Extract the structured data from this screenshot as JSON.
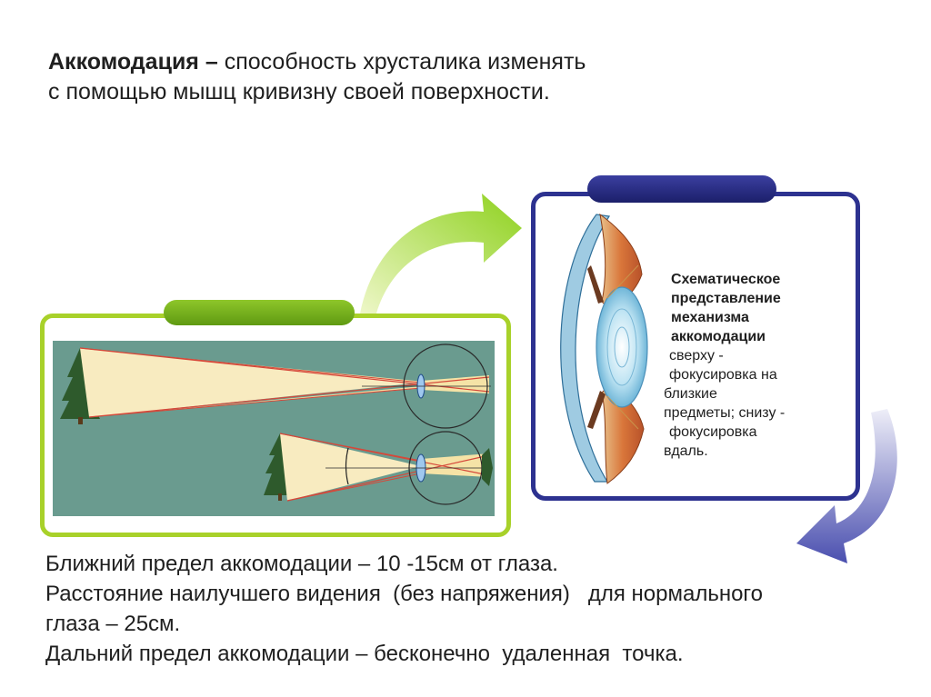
{
  "definition": {
    "term": "Аккомодация",
    "dash": " – ",
    "text": "способность хрусталика изменять с помощью мышц кривизну своей поверхности."
  },
  "caption": {
    "title_lines": [
      "Схематическое",
      "представление",
      "механизма",
      "аккомодации"
    ],
    "lines": [
      "сверху -",
      "фокусировка на",
      "близкие",
      "предметы; снизу -",
      "фокусировка",
      "вдаль."
    ]
  },
  "facts": [
    "Ближний предел аккомодации – 10 -15см от глаза.",
    "Расстояние наилучшего видения  (без напряжения)   для нормального",
    "глаза – 25см.",
    "Дальний предел аккомодации – бесконечно  удаленная  точка."
  ],
  "colors": {
    "green_frame": "#a8d12a",
    "blue_frame": "#2d3290",
    "panel_bg": "#6a9b8f",
    "ray_fill": "#f5e3a6",
    "ray_line": "#d5483a"
  }
}
